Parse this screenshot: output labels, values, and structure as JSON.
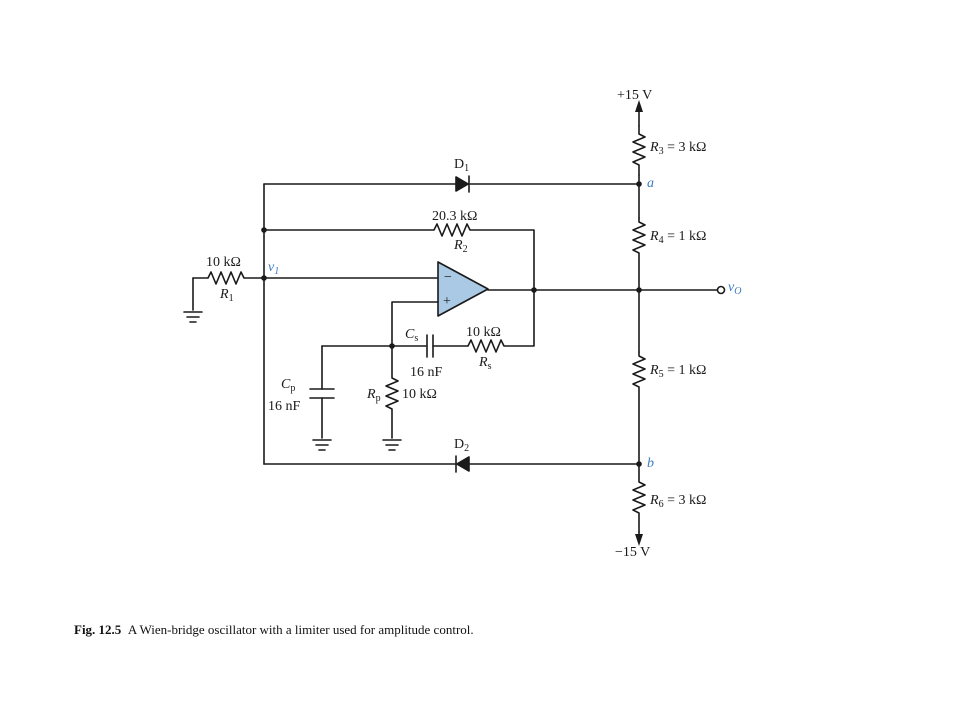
{
  "labels": {
    "supply_pos": "+15 V",
    "supply_neg": "−15 V",
    "R3": {
      "sym": "R",
      "sub": "3",
      "val": " = 3 kΩ"
    },
    "R4": {
      "sym": "R",
      "sub": "4",
      "val": " = 1 kΩ"
    },
    "R5": {
      "sym": "R",
      "sub": "5",
      "val": " = 1 kΩ"
    },
    "R6": {
      "sym": "R",
      "sub": "6",
      "val": " = 3 kΩ"
    },
    "node_a": "a",
    "node_b": "b",
    "D1": {
      "sym": "D",
      "sub": "1"
    },
    "D2": {
      "sym": "D",
      "sub": "2"
    },
    "R2": {
      "val": "20.3 kΩ",
      "sym": "R",
      "sub": "2"
    },
    "R1": {
      "val": "10 kΩ",
      "sym": "R",
      "sub": "1"
    },
    "v1": {
      "sym": "v",
      "sub": "1"
    },
    "vo": {
      "sym": "v",
      "sub": "O"
    },
    "opamp_minus": "−",
    "opamp_plus": "+",
    "Cs": {
      "sym": "C",
      "sub": "s",
      "val": "16 nF"
    },
    "Rs": {
      "val": "10 kΩ",
      "sym": "R",
      "sub": "s"
    },
    "Cp": {
      "sym": "C",
      "sub": "p",
      "val": "16 nF"
    },
    "Rp": {
      "sym": "R",
      "sub": "p",
      "val": "10 kΩ"
    }
  },
  "caption": {
    "fig": "Fig. 12.5",
    "text": "A Wien-bridge oscillator with a limiter used for amplitude control."
  },
  "colors": {
    "wire": "#1a1a1a",
    "opamp_fill": "#a9c9e4",
    "node_label": "#3b7bbf"
  }
}
